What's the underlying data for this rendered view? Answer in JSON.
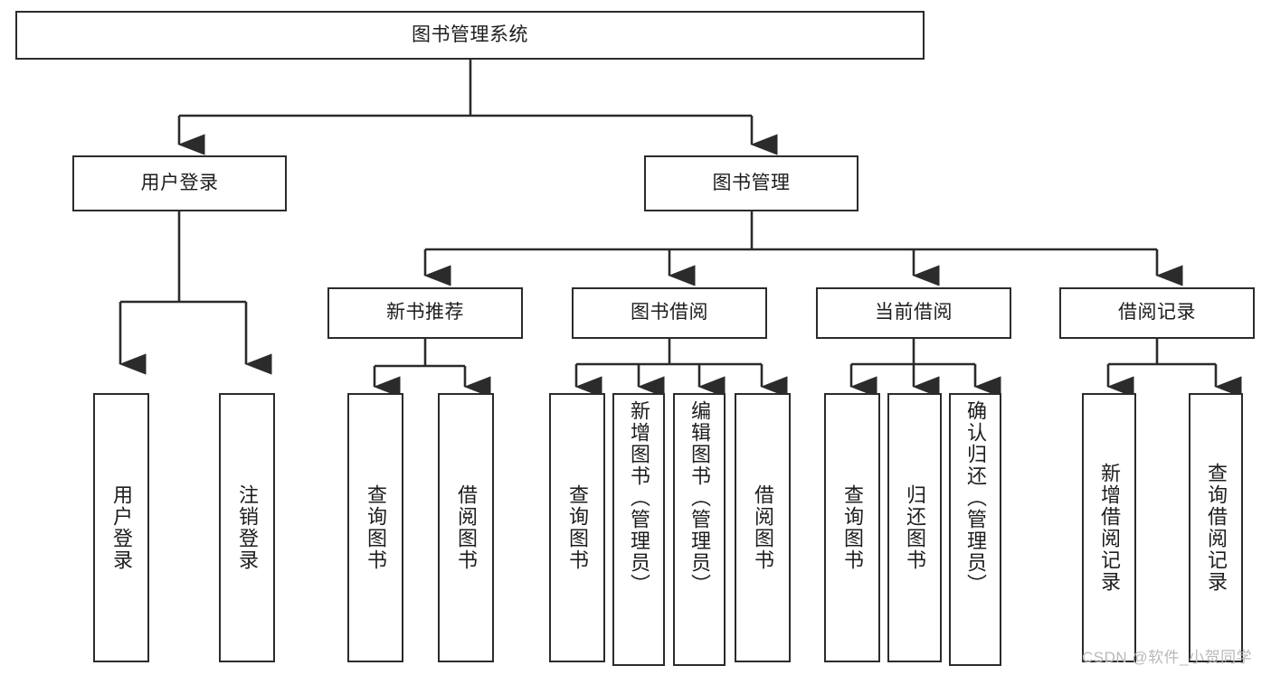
{
  "diagram": {
    "title": "图书管理系统",
    "root": {
      "label": "图书管理系统"
    },
    "level2": [
      {
        "label": "用户登录"
      },
      {
        "label": "图书管理"
      }
    ],
    "level3": [
      {
        "label": "新书推荐"
      },
      {
        "label": "图书借阅"
      },
      {
        "label": "当前借阅"
      },
      {
        "label": "借阅记录"
      }
    ],
    "leaves": {
      "user_login": [
        {
          "label": "用户登录"
        },
        {
          "label": "注销登录"
        }
      ],
      "new_book_recommend": [
        {
          "label": "查询图书"
        },
        {
          "label": "借阅图书"
        }
      ],
      "book_borrow": [
        {
          "label": "查询图书"
        },
        {
          "label": "新增图书（管理员）"
        },
        {
          "label": "编辑图书（管理员）"
        },
        {
          "label": "借阅图书"
        }
      ],
      "current_borrow": [
        {
          "label": "查询图书"
        },
        {
          "label": "归还图书"
        },
        {
          "label": "确认归还（管理员）"
        }
      ],
      "borrow_records": [
        {
          "label": "新增借阅记录"
        },
        {
          "label": "查询借阅记录"
        }
      ]
    }
  },
  "watermark": {
    "text": "CSDN @软件_小贺同学"
  },
  "colors": {
    "stroke": "#2b2b2b",
    "text": "#1d1d1d",
    "background": "#ffffff",
    "watermark": "#b9b9b9"
  }
}
